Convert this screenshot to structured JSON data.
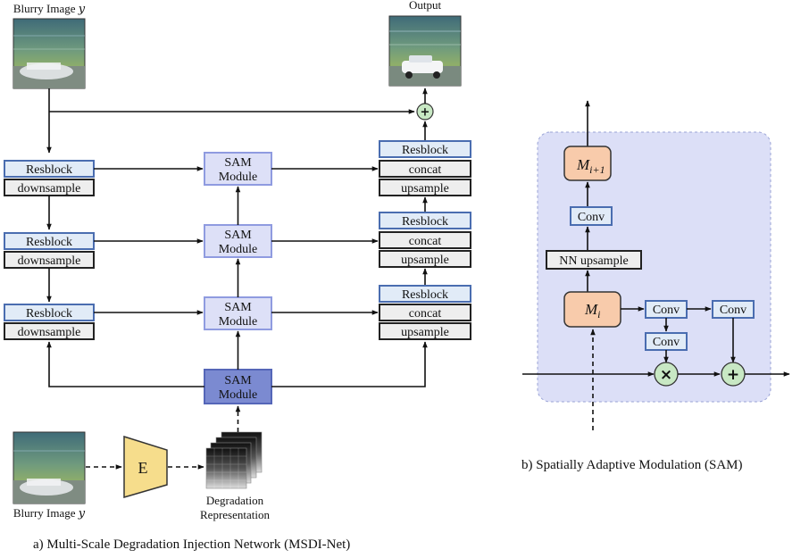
{
  "left": {
    "input_top_label": "Blurry Image 𝑦",
    "output_label": "Output",
    "resblock_label": "Resblock",
    "downsample_label": "downsample",
    "concat_label": "concat",
    "upsample_label": "upsample",
    "sam_line1": "SAM",
    "sam_line2": "Module",
    "encoder_label": "E",
    "input_bottom_label": "Blurry Image 𝑦",
    "degradation_line1": "Degradation",
    "degradation_line2": "Representation",
    "caption": "a)  Multi-Scale Degradation Injection Network (MSDI-Net)"
  },
  "right": {
    "m_next_label": "M",
    "m_next_sub": "i+1",
    "conv_label": "Conv",
    "nn_upsample_label": "NN upsample",
    "m_i_label": "M",
    "m_i_sub": "i",
    "caption": "b) Spatially Adaptive Modulation (SAM)"
  },
  "colors": {
    "block_fill": "#e1ebf7",
    "block_stroke": "#4a6db0",
    "gray_fill": "#eeeeee",
    "sam_light": "#dde0f7",
    "sam_dark": "#7b8ad1",
    "op_fill": "#c8e8c4",
    "encoder_fill": "#f6dd8c",
    "m_fill": "#f8cbab",
    "panel_fill": "#dcdff7"
  }
}
